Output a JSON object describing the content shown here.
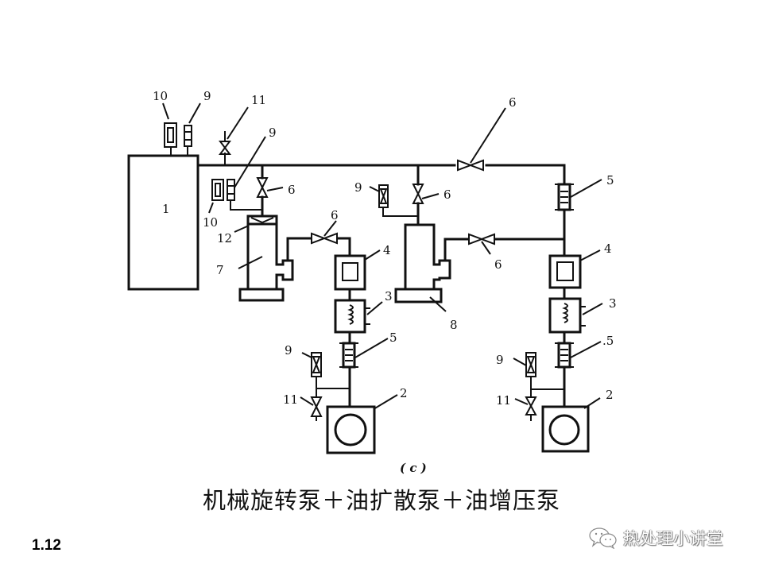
{
  "diagram": {
    "subfigure_label": "( c )",
    "component_labels": {
      "chamber": "1",
      "rotary_pump_left": "2",
      "rotary_pump_right": "2",
      "cold_trap_left": "3",
      "cold_trap_right": "3",
      "filter_left": "4",
      "filter_right": "4",
      "bellows_left": "5",
      "bellows_right_top": "5",
      "bellows_right_bottom": ".5",
      "valve_main_top": "6",
      "valve_chamber": "6",
      "valve_booster_fore": "6",
      "valve_diffusion_inlet": "6",
      "valve_diffusion_fore": "6",
      "diffusion_pump": "7",
      "booster_pump": "8",
      "gauge_chamber_top": "9",
      "gauge_mid": "9",
      "gauge_booster": "9",
      "gauge_left_fore": "9",
      "gauge_right_fore": "9",
      "gauge_meter_top": "10",
      "gauge_meter_mid": "10",
      "vent_valve_top": "11",
      "vent_valve_left": "11",
      "vent_valve_right": "11",
      "baffle": "12"
    }
  },
  "caption": "机械旋转泵＋油扩散泵＋油增压泵",
  "page_number": "1.12",
  "watermark": {
    "icon": "wechat-icon",
    "text": "热处理小讲堂"
  }
}
